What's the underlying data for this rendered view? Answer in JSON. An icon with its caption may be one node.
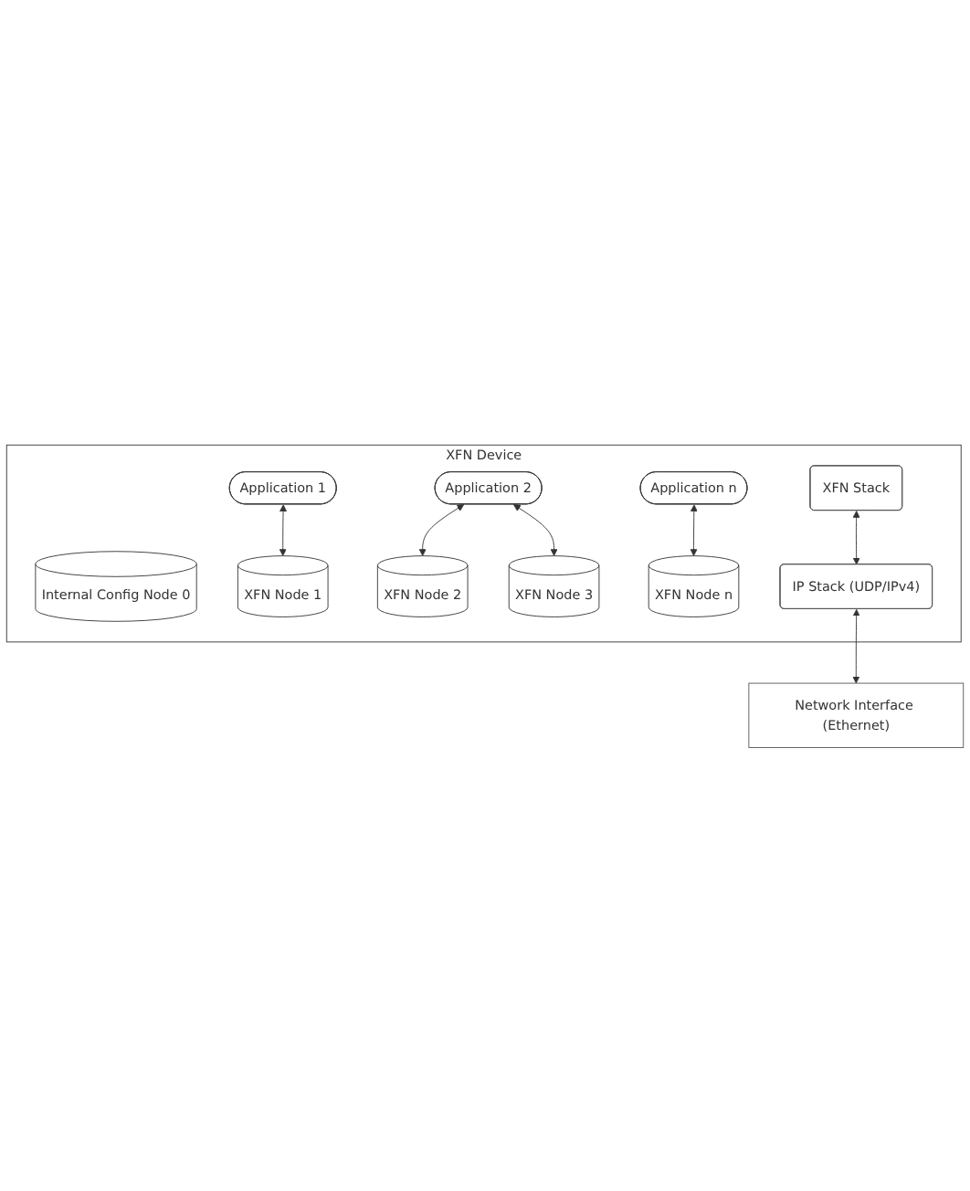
{
  "diagram": {
    "nodes": [
      {
        "text": [
          "XFN Device"
        ]
      },
      {
        "text": [
          "Application 1"
        ],
        "in": 0
      },
      {
        "text": [
          "Application 2"
        ],
        "in": 0
      },
      {
        "text": [
          "Application n"
        ],
        "in": 0
      },
      {
        "text": [
          "Internal Config Node 0"
        ],
        "in": 0
      },
      {
        "text": [
          "XFN Node 1"
        ],
        "in": 0
      },
      {
        "text": [
          "XFN Node 2"
        ],
        "in": 0
      },
      {
        "text": [
          "XFN Node 3"
        ],
        "in": 0
      },
      {
        "text": [
          "XFN Node n"
        ],
        "in": 0
      },
      {
        "text": [
          "XFN Stack"
        ],
        "in": 0
      },
      {
        "text": [
          "IP Stack (UDP/IPv4)"
        ],
        "in": 0
      },
      {
        "text": [
          "Network Interface (Ethernet)"
        ]
      }
    ],
    "edges": [
      {
        "from": 1,
        "to": 5,
        "arrow": "both"
      },
      {
        "from": 2,
        "to": 6,
        "arrow": "both"
      },
      {
        "from": 2,
        "to": 7,
        "arrow": "both"
      },
      {
        "from": 3,
        "to": 8,
        "arrow": "both"
      },
      {
        "from": 9,
        "to": 10,
        "arrow": "both"
      },
      {
        "from": 10,
        "to": 11,
        "arrow": "both"
      }
    ]
  }
}
